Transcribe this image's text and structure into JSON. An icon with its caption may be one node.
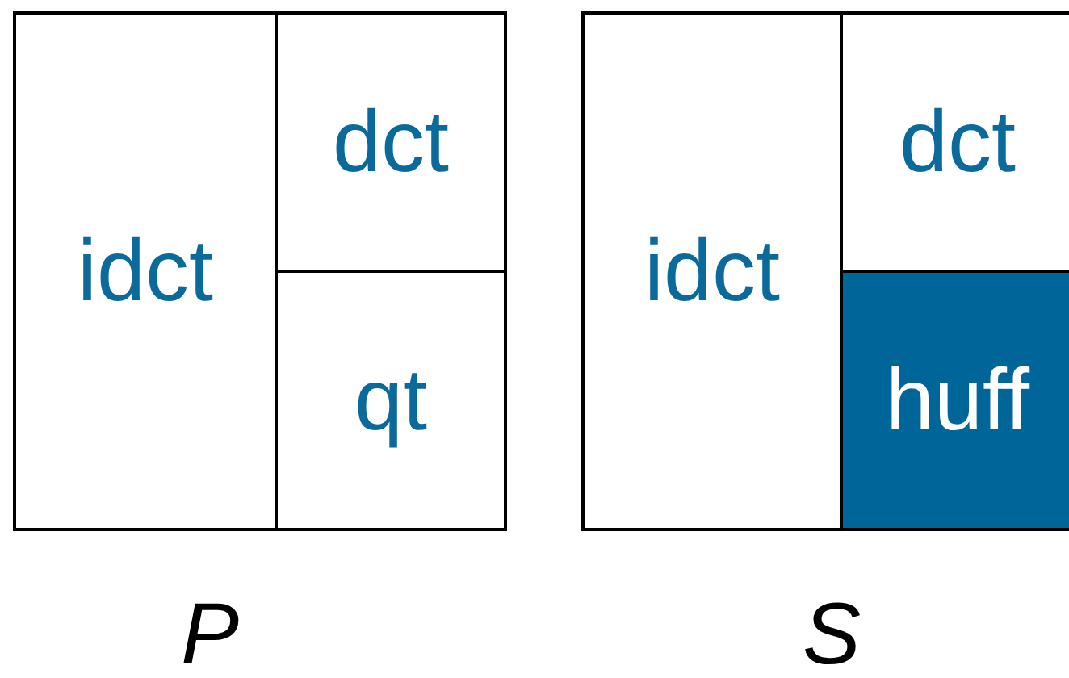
{
  "diagram": {
    "nodes": [
      {
        "text": [],
        "shape": "box",
        "beside": [
          "P"
        ]
      },
      {
        "text": [
          "idct"
        ],
        "in": 0
      },
      {
        "text": [
          "dct"
        ],
        "in": 0
      },
      {
        "text": [
          "qt"
        ],
        "in": 0
      },
      {
        "text": [],
        "shape": "box",
        "beside": [
          "S"
        ]
      },
      {
        "text": [
          "idct"
        ],
        "in": 4
      },
      {
        "text": [
          "dct"
        ],
        "in": 4
      },
      {
        "text": [
          "huff"
        ],
        "in": 4
      }
    ]
  }
}
